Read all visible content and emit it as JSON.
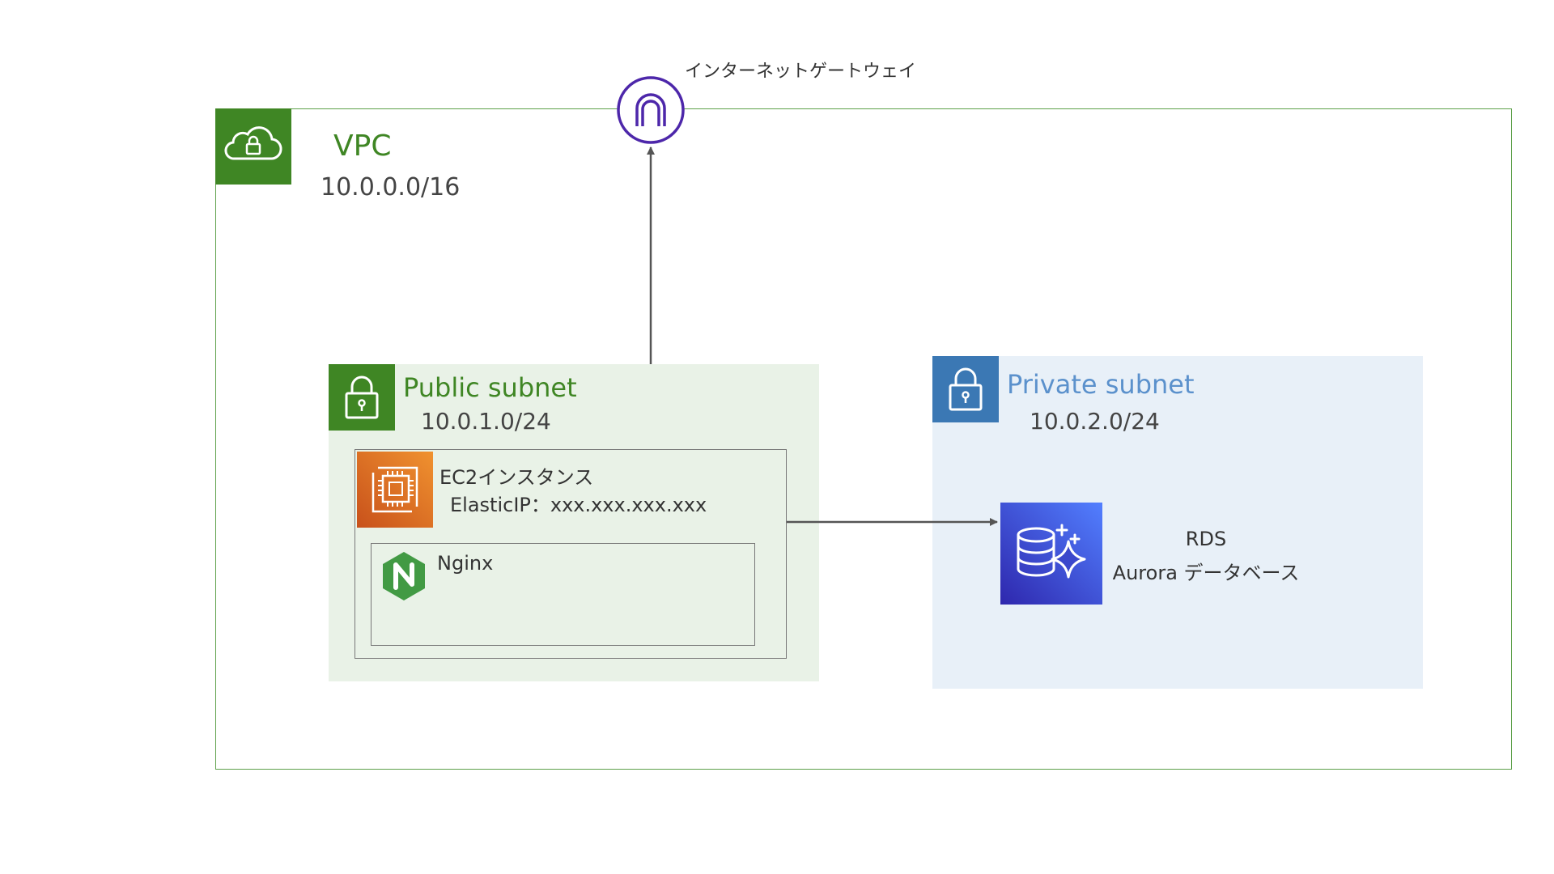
{
  "internet_gateway": {
    "label": "インターネットゲートウェイ",
    "color": "#4d27aa"
  },
  "vpc": {
    "title": "VPC",
    "cidr": "10.0.0.0/16",
    "color": "#3f8624",
    "icon": "cloud-lock-icon"
  },
  "public_subnet": {
    "title": "Public subnet",
    "cidr": "10.0.1.0/24",
    "color": "#3f8624",
    "icon": "padlock-icon"
  },
  "ec2": {
    "title": "EC2インスタンス",
    "elastic_ip": "ElasticIP：xxx.xxx.xxx.xxx",
    "icon": "ec2-chip-icon",
    "color": "#e07b29"
  },
  "nginx": {
    "title": "Nginx",
    "icon": "nginx-icon",
    "color": "#429a44"
  },
  "private_subnet": {
    "title": "Private subnet",
    "cidr": "10.0.2.0/24",
    "color": "#3b78b4",
    "icon": "padlock-icon"
  },
  "rds": {
    "title": "RDS",
    "subtitle": "Aurora データベース",
    "icon": "aurora-database-icon",
    "color": "#3b48cc"
  },
  "edges": [
    {
      "from": "public_subnet",
      "to": "internet_gateway"
    },
    {
      "from": "ec2",
      "to": "rds"
    }
  ]
}
